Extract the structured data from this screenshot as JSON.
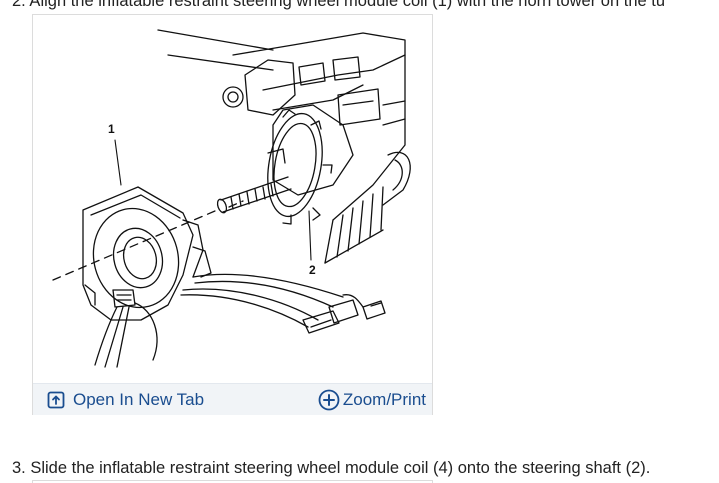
{
  "steps": {
    "step2_text": "2. Align the inflatable restraint steering wheel module coil (1) with the horn tower on the tu",
    "step3_text": "3. Slide the inflatable restraint steering wheel module coil (4) onto the steering shaft (2)."
  },
  "figure": {
    "callout_1": "1",
    "callout_2": "2",
    "open_tab_label": "Open In New Tab",
    "zoom_print_label": "Zoom/Print"
  },
  "colors": {
    "link": "#1a4d8f",
    "toolbar_bg": "#f1f4f7"
  },
  "icons": {
    "open_tab": "external-tab-icon",
    "zoom": "circle-plus-icon"
  }
}
